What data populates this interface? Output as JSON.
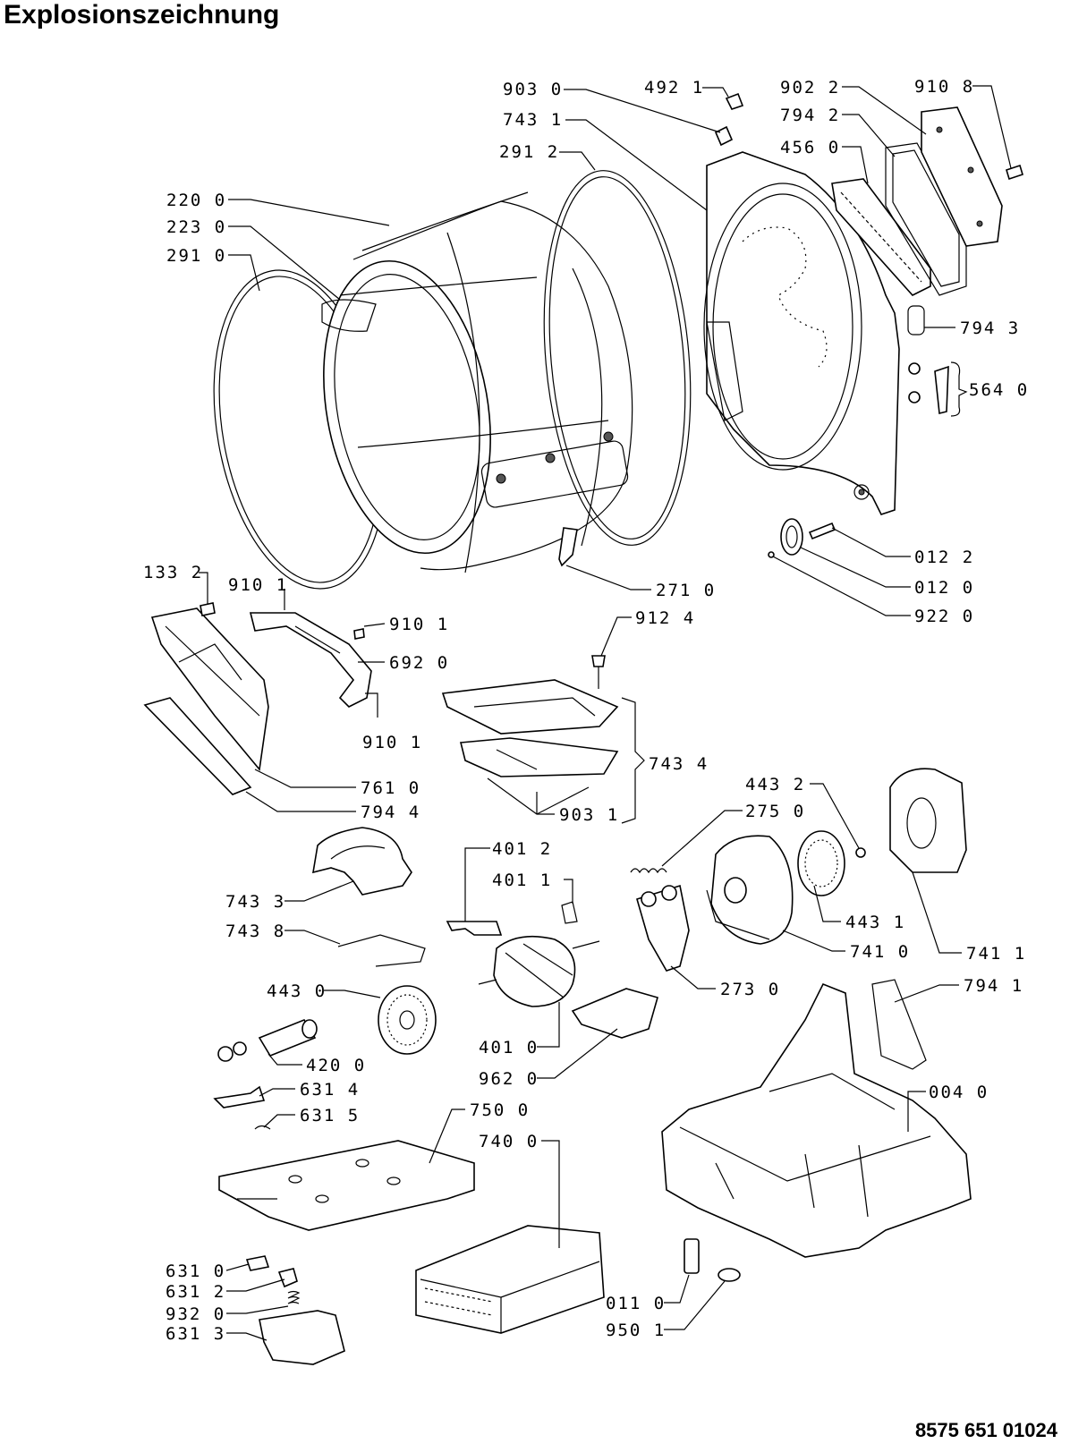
{
  "title": "Explosionszeichnung",
  "document_number": "8575 651 01024",
  "labels": {
    "p9030": "903 0",
    "p4921": "492 1",
    "p9022": "902 2",
    "p9108": "910 8",
    "p7431": "743 1",
    "p7942": "794 2",
    "p2912": "291 2",
    "p4560": "456 0",
    "p2200": "220 0",
    "p2230": "223 0",
    "p2910": "291 0",
    "p7943": "794 3",
    "p5640": "564 0",
    "p0122": "012 2",
    "p0120": "012 0",
    "p9220": "922 0",
    "p2710": "271 0",
    "p1332": "133 2",
    "p9101a": "910 1",
    "p9101b": "910 1",
    "p9101c": "910 1",
    "p9124": "912 4",
    "p6920": "692 0",
    "p7434": "743 4",
    "p7610": "761 0",
    "p7944": "794 4",
    "p9031": "903 1",
    "p4432": "443 2",
    "p2750": "275 0",
    "p4012": "401 2",
    "p4011": "401 1",
    "p7433": "743 3",
    "p7438": "743 8",
    "p4431": "443 1",
    "p7410": "741 0",
    "p7411": "741 1",
    "p2730": "273 0",
    "p7941": "794 1",
    "p4430": "443 0",
    "p4010": "401 0",
    "p9620": "962 0",
    "p4200": "420 0",
    "p6314": "631 4",
    "p6315": "631 5",
    "p0040": "004 0",
    "p7500": "750 0",
    "p7400": "740 0",
    "p6310": "631 0",
    "p6312": "631 2",
    "p9320": "932 0",
    "p6313": "631 3",
    "p0110": "011 0",
    "p9501": "950 1"
  }
}
